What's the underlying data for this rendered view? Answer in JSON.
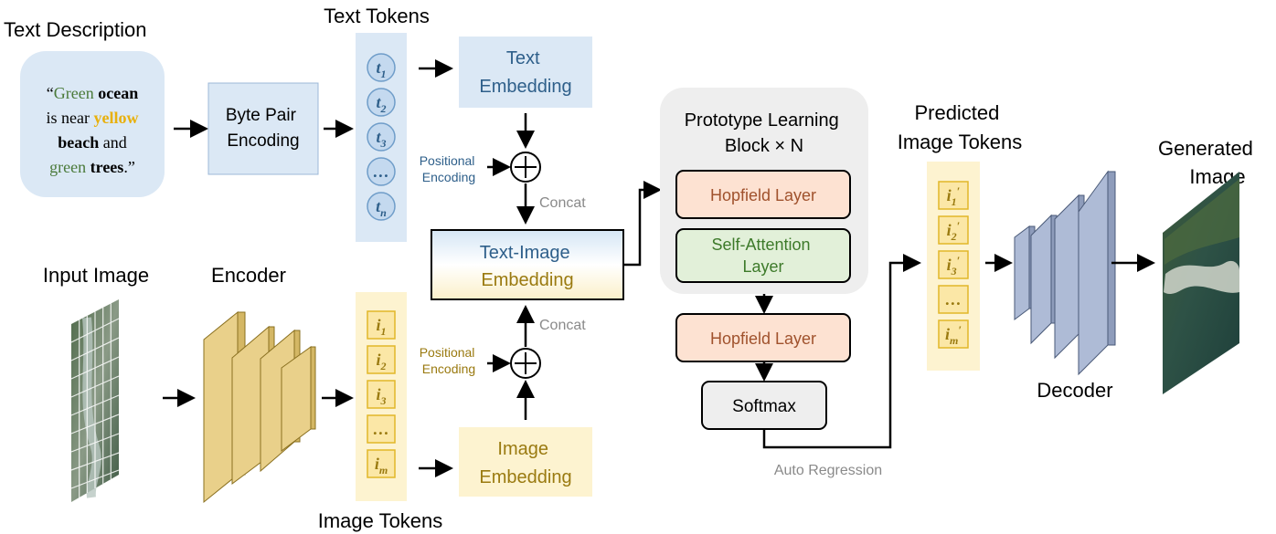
{
  "labels": {
    "text_description": "Text Description",
    "text_tokens": "Text Tokens",
    "byte_pair_encoding": [
      "Byte Pair",
      "Encoding"
    ],
    "text_embedding": [
      "Text",
      "Embedding"
    ],
    "positional_encoding_text": [
      "Positional",
      "Encoding"
    ],
    "concat_top": "Concat",
    "text_image_embedding": [
      "Text-Image",
      "Embedding"
    ],
    "concat_bottom": "Concat",
    "positional_encoding_image": [
      "Positional",
      "Encoding"
    ],
    "image_embedding": [
      "Image",
      "Embedding"
    ],
    "input_image": "Input Image",
    "encoder": "Encoder",
    "image_tokens": "Image Tokens",
    "prototype_block": [
      "Prototype Learning",
      "Block × N"
    ],
    "hopfield_layer_inner": "Hopfield Layer",
    "self_attention_layer": [
      "Self-Attention",
      "Layer"
    ],
    "hopfield_layer_outer": "Hopfield Layer",
    "softmax": "Softmax",
    "auto_regression": "Auto Regression",
    "predicted_image_tokens": [
      "Predicted",
      "Image Tokens"
    ],
    "decoder": "Decoder",
    "generated_image": [
      "Generated",
      "Image"
    ]
  },
  "quote": {
    "line1": [
      {
        "t": "“",
        "style": "plain"
      },
      {
        "t": "Green",
        "style": "green"
      },
      {
        "t": " ",
        "style": "plain"
      },
      {
        "t": "ocean",
        "style": "bold"
      }
    ],
    "line2": [
      {
        "t": "is near ",
        "style": "plain"
      },
      {
        "t": "yellow",
        "style": "yellow"
      }
    ],
    "line3": [
      {
        "t": "beach",
        "style": "bold"
      },
      {
        "t": " and",
        "style": "plain"
      }
    ],
    "line4": [
      {
        "t": "green",
        "style": "green"
      },
      {
        "t": " ",
        "style": "plain"
      },
      {
        "t": "trees",
        "style": "bold"
      },
      {
        "t": ".”",
        "style": "plain"
      }
    ]
  },
  "text_tokens": [
    {
      "base": "t",
      "sub": "1"
    },
    {
      "base": "t",
      "sub": "2"
    },
    {
      "base": "t",
      "sub": "3"
    },
    {
      "base": "…",
      "sub": ""
    },
    {
      "base": "t",
      "sub": "n"
    }
  ],
  "image_tokens": [
    {
      "base": "i",
      "sub": "1"
    },
    {
      "base": "i",
      "sub": "2"
    },
    {
      "base": "i",
      "sub": "3"
    },
    {
      "base": "…",
      "sub": ""
    },
    {
      "base": "i",
      "sub": "m"
    }
  ],
  "predicted_tokens": [
    {
      "base": "i",
      "sub": "1",
      "sup": "′"
    },
    {
      "base": "i",
      "sub": "2",
      "sup": "′"
    },
    {
      "base": "i",
      "sub": "3",
      "sup": "′"
    },
    {
      "base": "…",
      "sub": "",
      "sup": ""
    },
    {
      "base": "i",
      "sub": "m",
      "sup": "′"
    }
  ],
  "colors": {
    "blue_text": "#2e5f8a",
    "gold_text": "#9a7a10",
    "hopfield_text": "#a0522d",
    "self_attention_text": "#3d7a2a",
    "quote_green": "#4a7a3a",
    "quote_yellow": "#e8b00c",
    "light_blue_fill": "#dbe8f5",
    "light_yellow_fill": "#fdf3d0",
    "hopfield_fill": "#fde2d2",
    "self_attention_fill": "#e2f0d9",
    "block_fill": "#eeeeee",
    "encoder_fill": "#e9d08a",
    "decoder_fill": "#aebbd6",
    "gray_text": "#8a8a8a"
  }
}
